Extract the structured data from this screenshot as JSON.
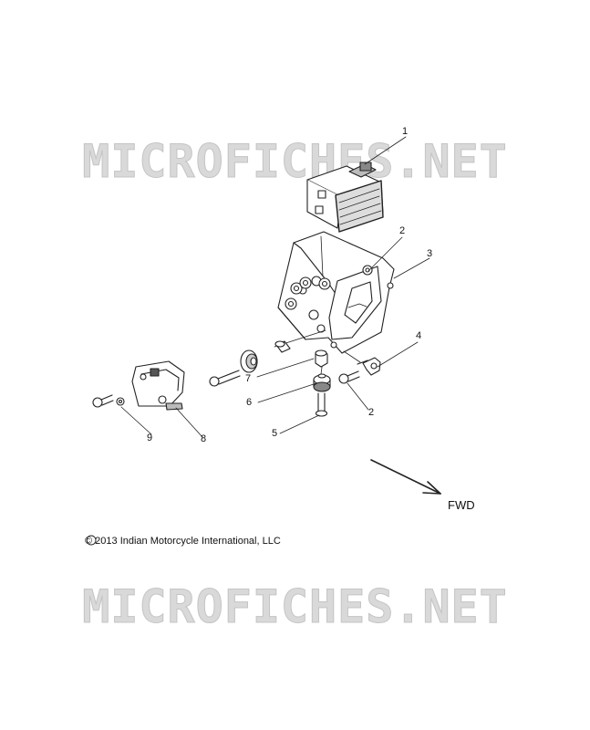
{
  "watermark": {
    "text": "MICROFICHES.NET",
    "color": "#d9d9d9"
  },
  "callouts": [
    "1",
    "2",
    "3",
    "4",
    "7",
    "6",
    "2",
    "5",
    "9",
    "8"
  ],
  "direction_label": "FWD",
  "copyright": "© 2013 Indian Motorcycle International, LLC",
  "line_color": "#222222"
}
